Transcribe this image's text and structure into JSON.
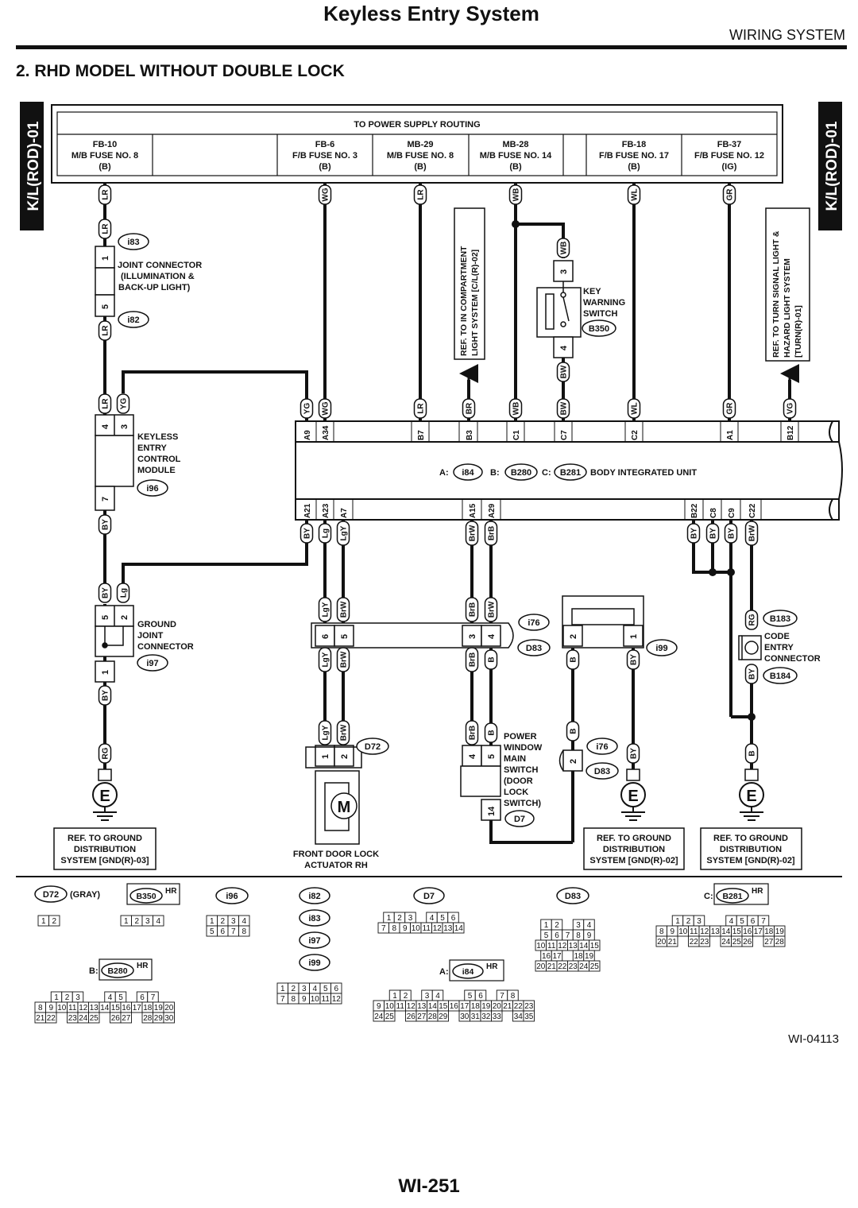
{
  "header": {
    "title": "Keyless Entry System",
    "section": "WIRING SYSTEM",
    "subtitle": "2.  RHD MODEL WITHOUT DOUBLE LOCK",
    "side_tag_left": "K/L(ROD)-01",
    "side_tag_right": "K/L(ROD)-01"
  },
  "power": {
    "title": "TO POWER SUPPLY ROUTING",
    "fuses": [
      {
        "name": "FB-10",
        "fuse": "M/B FUSE NO. 8",
        "supply": "(B)"
      },
      {
        "name": "FB-6",
        "fuse": "F/B FUSE NO. 3",
        "supply": "(B)"
      },
      {
        "name": "MB-29",
        "fuse": "M/B FUSE NO. 8",
        "supply": "(B)"
      },
      {
        "name": "MB-28",
        "fuse": "M/B FUSE NO. 14",
        "supply": "(B)"
      },
      {
        "name": "FB-18",
        "fuse": "F/B FUSE NO. 17",
        "supply": "(B)"
      },
      {
        "name": "FB-37",
        "fuse": "F/B FUSE NO. 12",
        "supply": "(IG)"
      }
    ]
  },
  "wires": [
    "LR",
    "WG",
    "LR",
    "WB",
    "WL",
    "GR",
    "LR",
    "LR",
    "WB",
    "BW",
    "LR",
    "YG",
    "YG",
    "WG",
    "LR",
    "BR",
    "WB",
    "BW",
    "WL",
    "GR",
    "VG",
    "BY",
    "Lg",
    "LgY",
    "BrW",
    "BrB",
    "BY",
    "BY",
    "BY",
    "BrW",
    "BY",
    "BY",
    "Lg",
    "LgY",
    "BrW",
    "BrB",
    "BrW",
    "RG",
    "LgY",
    "BrW",
    "BrB",
    "B",
    "B",
    "BY",
    "BY",
    "BY",
    "RG",
    "LgY",
    "BrW",
    "BrB",
    "B",
    "B",
    "BY",
    "B"
  ],
  "pins": [
    "1",
    "5",
    "4",
    "3",
    "7",
    "5",
    "2",
    "1",
    "3",
    "4",
    "6",
    "5",
    "3",
    "4",
    "2",
    "1",
    "1",
    "2",
    "4",
    "5",
    "2",
    "14"
  ],
  "bcm_pins": {
    "top": [
      "A9",
      "A34",
      "B7",
      "B3",
      "C1",
      "C7",
      "C2",
      "A1",
      "B12"
    ],
    "bottom": [
      "A21",
      "A23",
      "A7",
      "A15",
      "A29",
      "B22",
      "C8",
      "C9",
      "C22"
    ]
  },
  "components": {
    "i83": "i83",
    "i82": "i82",
    "joint_connector": [
      "JOINT CONNECTOR",
      "(ILLUMINATION &",
      "BACK-UP LIGHT)"
    ],
    "keyless_module": [
      "KEYLESS",
      "ENTRY",
      "CONTROL",
      "MODULE"
    ],
    "i96": "i96",
    "key_warning": [
      "KEY",
      "WARNING",
      "SWITCH"
    ],
    "B350": "B350",
    "bcm_label": {
      "a": "A:",
      "a_id": "i84",
      "b": "B:",
      "b_id": "B280",
      "c": "C:",
      "c_id": "B281",
      "name": "BODY INTEGRATED UNIT"
    },
    "ground_joint": [
      "GROUND",
      "JOINT",
      "CONNECTOR"
    ],
    "i97": "i97",
    "i76": "i76",
    "D83": "D83",
    "i99": "i99",
    "B183": "B183",
    "B184": "B184",
    "code_entry": [
      "CODE",
      "ENTRY",
      "CONNECTOR"
    ],
    "D72": "D72",
    "motor": "M",
    "door_lock": [
      "FRONT DOOR LOCK",
      "ACTUATOR RH"
    ],
    "pw_switch": [
      "POWER",
      "WINDOW",
      "MAIN",
      "SWITCH",
      "(DOOR",
      "LOCK",
      "SWITCH)"
    ],
    "D7": "D7",
    "i76b": "i76",
    "D83b": "D83",
    "ground_symbol": "E"
  },
  "refs": {
    "in_compartment": [
      "REF. TO IN COMPARTMENT",
      "LIGHT SYSTEM [C/L(R)-02]"
    ],
    "turn_signal": [
      "REF. TO TURN SIGNAL LIGHT &",
      "HAZARD LIGHT SYSTEM",
      "[TURN(R)-01]"
    ],
    "gnd1": [
      "REF. TO GROUND",
      "DISTRIBUTION",
      "SYSTEM [GND(R)-03]"
    ],
    "gnd2": [
      "REF. TO GROUND",
      "DISTRIBUTION",
      "SYSTEM [GND(R)-02]"
    ],
    "gnd3": [
      "REF. TO GROUND",
      "DISTRIBUTION",
      "SYSTEM [GND(R)-02]"
    ]
  },
  "connectors": {
    "D72": {
      "id": "D72",
      "note": "(GRAY)",
      "rows": [
        [
          "1",
          "2"
        ]
      ]
    },
    "B350": {
      "id": "B350",
      "tag": "HR",
      "rows": [
        [
          "1",
          "2",
          "3",
          "4"
        ]
      ]
    },
    "i96": {
      "id": "i96",
      "rows": [
        [
          "1",
          "2",
          "3",
          "4"
        ],
        [
          "5",
          "6",
          "7",
          "8"
        ]
      ]
    },
    "joints": {
      "ids": [
        "i82",
        "i83",
        "i97",
        "i99"
      ],
      "rows": [
        [
          "1",
          "2",
          "3",
          "4",
          "5",
          "6"
        ],
        [
          "7",
          "8",
          "9",
          "10",
          "11",
          "12"
        ]
      ]
    },
    "D7": {
      "id": "D7",
      "rows": [
        [
          "1",
          "2",
          "3",
          "",
          "4",
          "5",
          "6"
        ],
        [
          "7",
          "8",
          "9",
          "10",
          "11",
          "12",
          "13",
          "14"
        ]
      ]
    },
    "D83": {
      "id": "D83",
      "rows": [
        [
          "1",
          "2",
          "",
          "3",
          "4"
        ],
        [
          "5",
          "6",
          "7",
          "8",
          "9"
        ],
        [
          "10",
          "11",
          "12",
          "13",
          "14",
          "15"
        ],
        [
          "16",
          "17",
          "",
          "18",
          "19"
        ],
        [
          "20",
          "21",
          "22",
          "23",
          "24",
          "25"
        ]
      ]
    },
    "B281": {
      "prefix": "C:",
      "id": "B281",
      "tag": "HR",
      "rows": [
        [
          "1",
          "2",
          "3",
          "",
          "",
          "4",
          "5",
          "6",
          "7"
        ],
        [
          "8",
          "9",
          "10",
          "11",
          "12",
          "13",
          "14",
          "15",
          "16",
          "17",
          "18",
          "19"
        ],
        [
          "20",
          "21",
          "",
          "22",
          "23",
          "",
          "24",
          "25",
          "26",
          "",
          "27",
          "28"
        ]
      ]
    },
    "B280": {
      "prefix": "B:",
      "id": "B280",
      "tag": "HR",
      "rows": [
        [
          "1",
          "2",
          "3",
          "",
          "",
          "4",
          "5",
          "",
          "6",
          "7"
        ],
        [
          "8",
          "9",
          "10",
          "11",
          "12",
          "13",
          "14",
          "15",
          "16",
          "17",
          "18",
          "19",
          "20"
        ],
        [
          "21",
          "22",
          "",
          "23",
          "24",
          "25",
          "",
          "26",
          "27",
          "",
          "28",
          "29",
          "30"
        ]
      ]
    },
    "i84": {
      "prefix": "A:",
      "id": "i84",
      "tag": "HR",
      "rows": [
        [
          "1",
          "2",
          "",
          "3",
          "4",
          "",
          "",
          "5",
          "6",
          "",
          "7",
          "8"
        ],
        [
          "9",
          "10",
          "11",
          "12",
          "13",
          "14",
          "15",
          "16",
          "17",
          "18",
          "19",
          "20",
          "21",
          "22",
          "23"
        ],
        [
          "24",
          "25",
          "",
          "26",
          "27",
          "28",
          "29",
          "",
          "30",
          "31",
          "32",
          "33",
          "",
          "34",
          "35"
        ]
      ]
    }
  },
  "footer": {
    "figure_id": "WI-04113",
    "page": "WI-251"
  }
}
